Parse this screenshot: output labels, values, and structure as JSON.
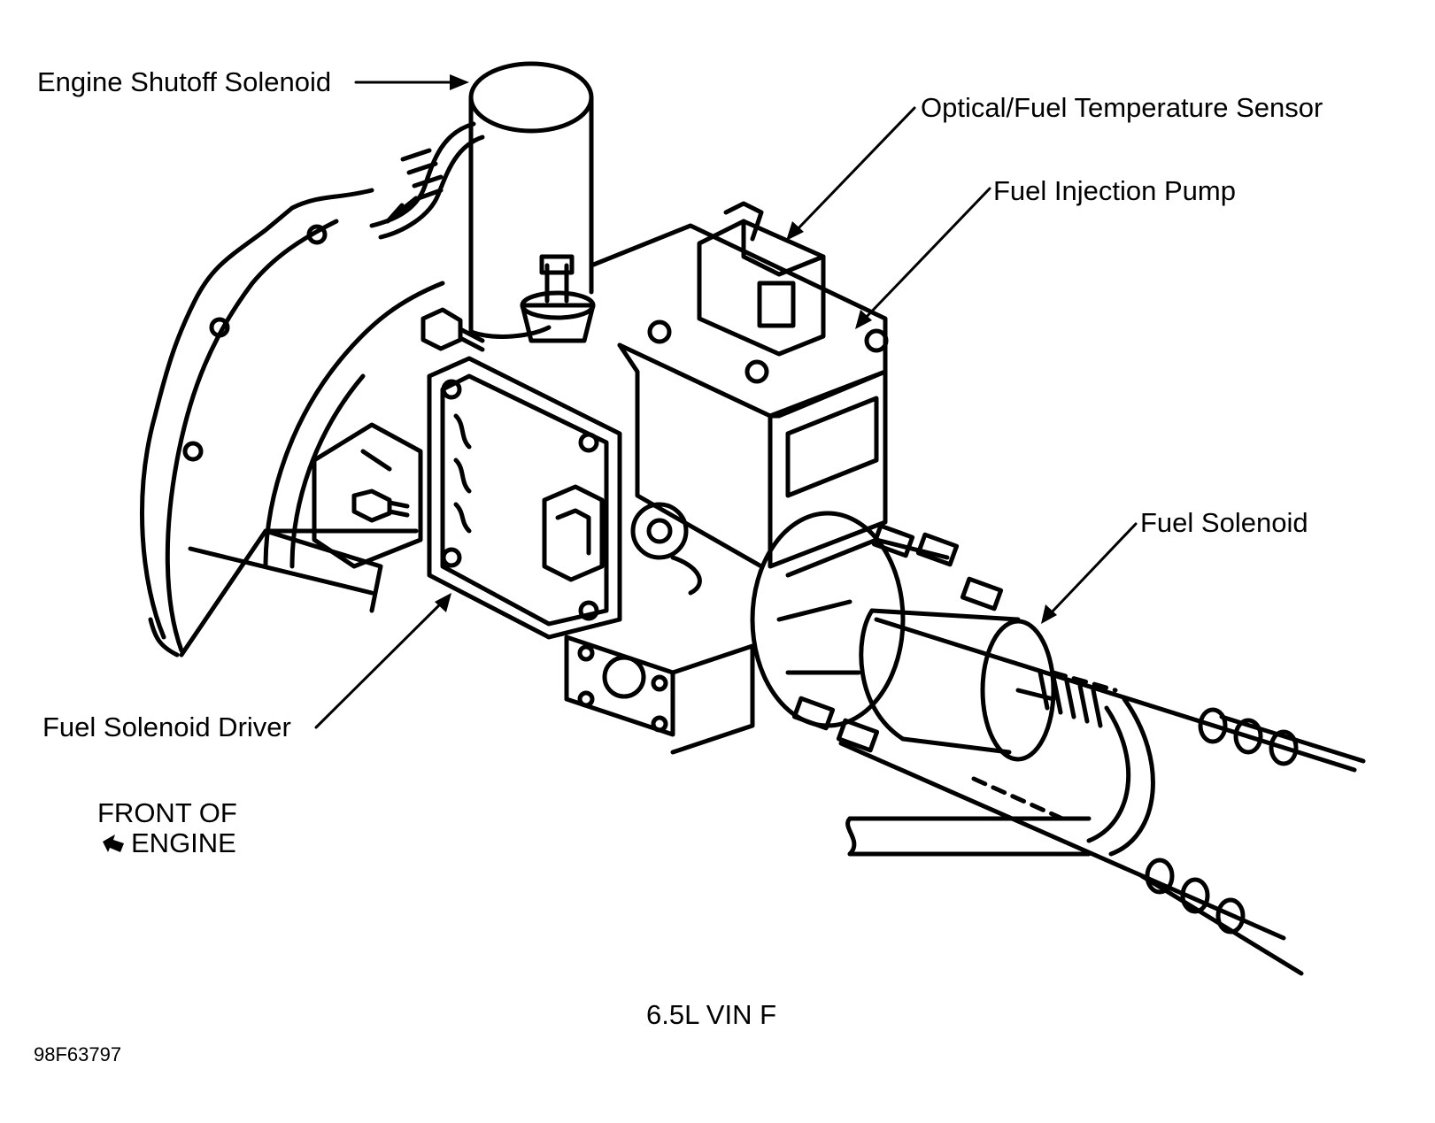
{
  "labels": {
    "engine_shutoff_solenoid": "Engine Shutoff Solenoid",
    "optical_fuel_temp_sensor": "Optical/Fuel Temperature Sensor",
    "fuel_injection_pump": "Fuel Injection Pump",
    "fuel_solenoid": "Fuel Solenoid",
    "fuel_solenoid_driver": "Fuel Solenoid Driver"
  },
  "orientation": {
    "line1": "FRONT OF",
    "line2": "ENGINE",
    "icon": "arrow-left-icon"
  },
  "caption": "6.5L VIN F",
  "figure_id": "98F63797",
  "colors": {
    "ink": "#000000",
    "paper": "#ffffff"
  }
}
